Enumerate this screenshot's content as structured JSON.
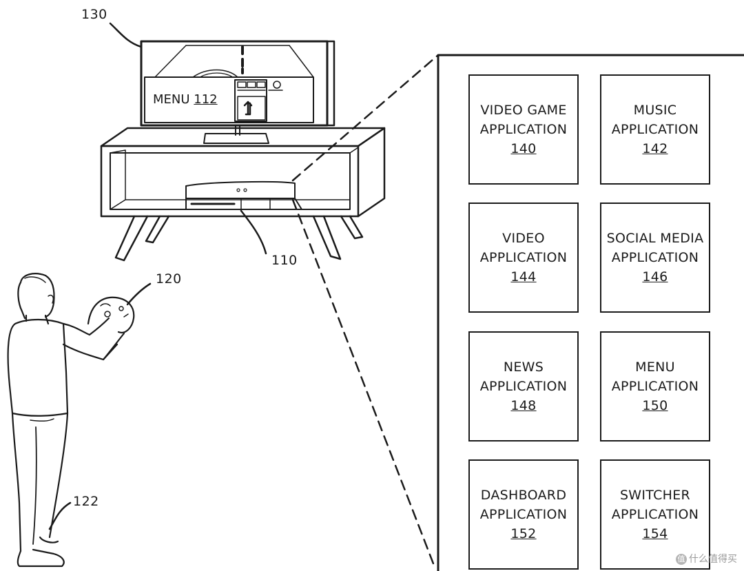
{
  "reference_numerals": {
    "display": "130",
    "console": "110",
    "controller": "120",
    "user": "122"
  },
  "screen_menu": {
    "label": "MENU",
    "number": "112"
  },
  "applications": [
    {
      "line1": "VIDEO GAME",
      "line2": "APPLICATION",
      "number": "140"
    },
    {
      "line1": "MUSIC",
      "line2": "APPLICATION",
      "number": "142"
    },
    {
      "line1": "VIDEO",
      "line2": "APPLICATION",
      "number": "144"
    },
    {
      "line1": "SOCIAL MEDIA",
      "line2": "APPLICATION",
      "number": "146"
    },
    {
      "line1": "NEWS",
      "line2": "APPLICATION",
      "number": "148"
    },
    {
      "line1": "MENU",
      "line2": "APPLICATION",
      "number": "150"
    },
    {
      "line1": "DASHBOARD",
      "line2": "APPLICATION",
      "number": "152"
    },
    {
      "line1": "SWITCHER",
      "line2": "APPLICATION",
      "number": "154"
    }
  ],
  "watermark": {
    "badge": "值",
    "text": "什么值得买"
  }
}
